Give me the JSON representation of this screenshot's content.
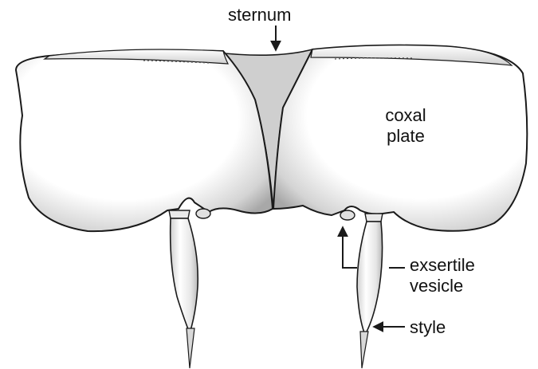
{
  "labels": {
    "sternum": "sternum",
    "coxal_plate_line1": "coxal",
    "coxal_plate_line2": "plate",
    "exsertile_line1": "exsertile",
    "exsertile_line2": "vesicle",
    "style": "style"
  },
  "colors": {
    "outline": "#1a1a1a",
    "plate_fill": "#ffffff",
    "plate_shade": "#b5b5b5",
    "sternum_fill": "#cfcfcf",
    "label_text": "#111111"
  }
}
